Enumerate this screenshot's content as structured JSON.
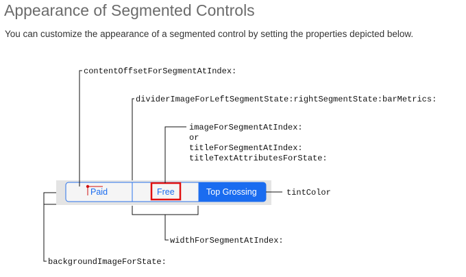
{
  "header": {
    "title": "Appearance of Segmented Controls",
    "intro": "You can customize the appearance of a segmented control by setting the properties depicted below."
  },
  "segmented_control": {
    "segments": [
      {
        "label": "Paid",
        "selected": false
      },
      {
        "label": "Free",
        "selected": false
      },
      {
        "label": "Top Grossing",
        "selected": true
      }
    ],
    "colors": {
      "tint": "#1a6cf0",
      "background": "#e6e6e6",
      "highlight_box": "#e01010",
      "offset_marker": "#d01010"
    }
  },
  "callouts": {
    "content_offset": "contentOffsetForSegmentAtIndex:",
    "divider_image": "dividerImageForLeftSegmentState:rightSegmentState:barMetrics:",
    "image_for_segment": "imageForSegmentAtIndex:",
    "or": "or",
    "title_for_segment": "titleForSegmentAtIndex:",
    "title_text_attributes": "titleTextAttributesForState:",
    "tint_color": "tintColor",
    "width_for_segment": "widthForSegmentAtIndex:",
    "background_image": "backgroundImageForState:"
  }
}
